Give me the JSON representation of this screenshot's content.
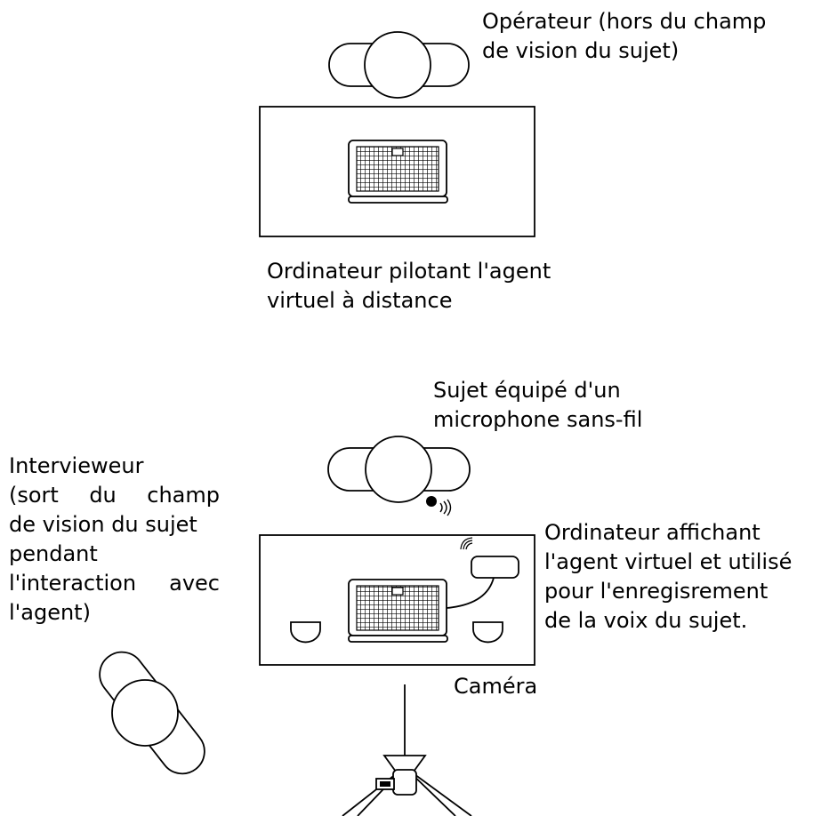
{
  "labels": {
    "operator": [
      "Opérateur (hors du champ",
      "de vision du sujet)"
    ],
    "pilot_computer": [
      "Ordinateur pilotant l'agent",
      "virtuel à distance"
    ],
    "subject": [
      "Sujet équipé d'un",
      "microphone sans-fil"
    ],
    "interviewer": [
      [
        "Intervieweur"
      ],
      [
        "(sort",
        "du",
        "champ"
      ],
      [
        "de vision du sujet"
      ],
      [
        "pendant"
      ],
      [
        "l'interaction",
        "avec"
      ],
      [
        "l'agent)"
      ]
    ],
    "display_computer": [
      "Ordinateur affichant",
      "l'agent virtuel et utilisé",
      "pour l'enregisrement",
      "de la voix du sujet."
    ],
    "camera": [
      "Caméra"
    ]
  }
}
